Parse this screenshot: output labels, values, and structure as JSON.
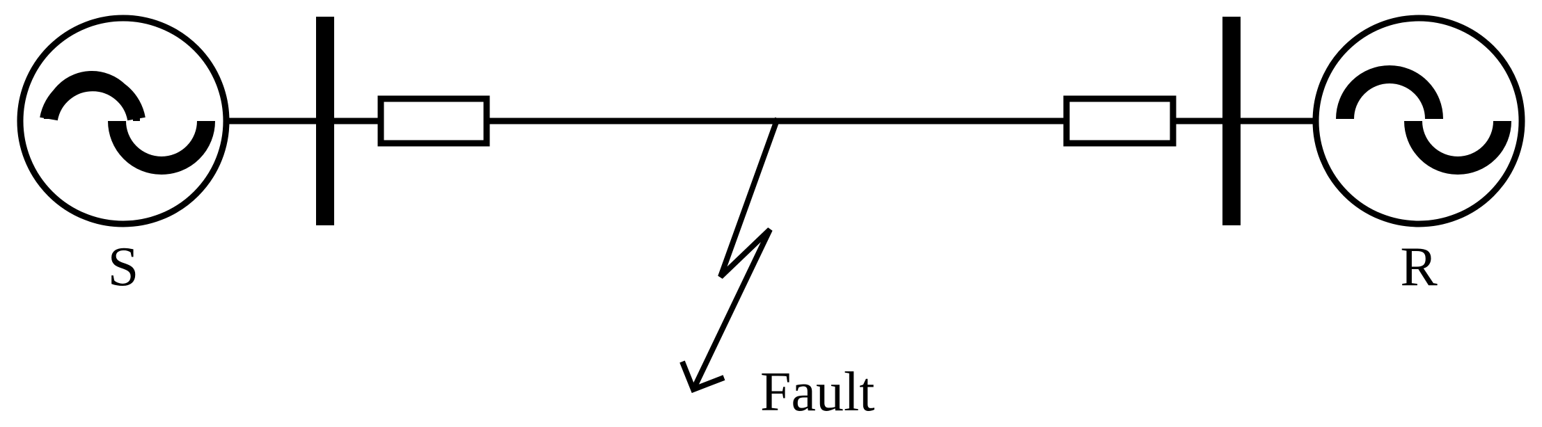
{
  "diagram": {
    "source_label": "S",
    "receiving_label": "R",
    "fault_label": "Fault"
  },
  "colors": {
    "stroke": "#000000",
    "background": "#ffffff"
  }
}
